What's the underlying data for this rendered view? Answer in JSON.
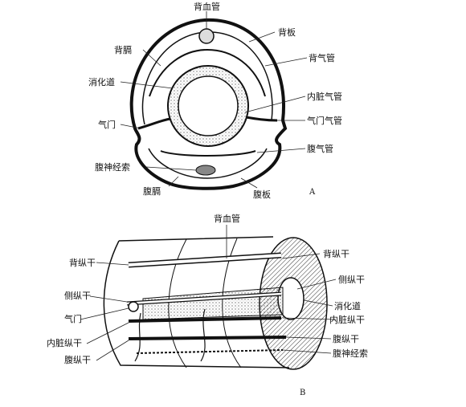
{
  "panel_a": {
    "letter": "A",
    "labels": {
      "dorsal_vessel": "背血管",
      "dorsal_plate": "背板",
      "dorsal_diaphragm": "背膈",
      "dorsal_trachea": "背气管",
      "gut": "消化道",
      "visceral_trachea": "内脏气管",
      "spiracle": "气门",
      "spiracular_trachea": "气门气管",
      "ventral_trachea": "腹气管",
      "ventral_nerve_cord": "腹神经索",
      "ventral_diaphragm": "腹膈",
      "ventral_plate": "腹板"
    }
  },
  "panel_b": {
    "letter": "B",
    "labels": {
      "dorsal_vessel": "背血管",
      "dorsal_longitudinal_trunk_left": "背纵干",
      "dorsal_longitudinal_trunk_right": "背纵干",
      "lateral_longitudinal_trunk_left": "侧纵干",
      "lateral_longitudinal_trunk_right": "侧纵干",
      "spiracle": "气门",
      "gut": "消化道",
      "visceral_longitudinal_trunk_left": "内脏纵干",
      "visceral_longitudinal_trunk_right": "内脏纵干",
      "ventral_longitudinal_trunk_left": "腹纵干",
      "ventral_longitudinal_trunk_right": "腹纵干",
      "ventral_nerve_cord": "腹神经索"
    }
  }
}
